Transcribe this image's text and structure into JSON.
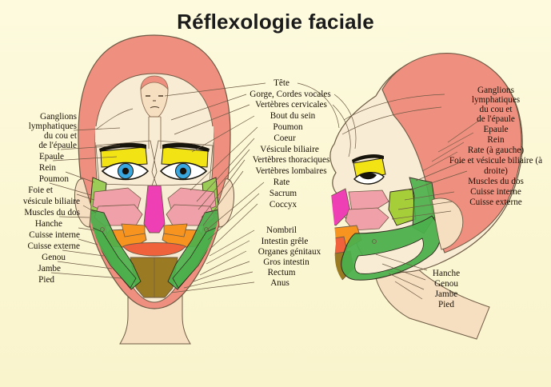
{
  "title": "Réflexologie faciale",
  "colors": {
    "background": "#fbf7d4",
    "hair": "#ef8f7f",
    "skin": "#f6e6c6",
    "yellow": "#f2e315",
    "green": "#4cb04c",
    "yellow_green": "#a6ce39",
    "pink": "#f0a0a8",
    "magenta": "#ee3fb4",
    "orange": "#f79420",
    "red_orange": "#f0623c",
    "olive": "#9a7b23",
    "eye_blue": "#3aa6de",
    "outline": "#3a2a18",
    "leader": "#6d5a44",
    "text": "#1a1208"
  },
  "labels_left": [
    "Ganglions",
    "lymphatiques",
    "du cou et",
    "de l'épaule",
    "Epaule",
    "Rein",
    "Poumon",
    "Foie et",
    "vésicule biliaire",
    "Muscles du dos",
    "Hanche",
    "Cuisse interne",
    "Cuisse externe",
    "Genou",
    "Jambe",
    "Pied"
  ],
  "labels_center_top": [
    "Tête",
    "Gorge, Cordes vocales",
    "Vertèbres cervicales",
    "Bout du sein",
    "Poumon",
    "Coeur",
    "Vésicule biliaire",
    "Vertèbres thoraciques",
    "Vertèbres lombaires",
    "Rate",
    "Sacrum",
    "Coccyx"
  ],
  "labels_center_bottom": [
    "Nombril",
    "Intestin grêle",
    "Organes génitaux",
    "Gros intestin",
    "Rectum",
    "Anus"
  ],
  "labels_right": [
    "Ganglions",
    "lymphatiques",
    "du cou et",
    "de l'épaule",
    "Epaule",
    "Rein",
    "Rate (à gauche)",
    "Foie et vésicule biliaire (à",
    "droite)",
    "Muscles du dos",
    "Cuisse interne",
    "Cuisse externe"
  ],
  "labels_right_bottom": [
    "Hanche",
    "Genou",
    "Jambe",
    "Pied"
  ]
}
